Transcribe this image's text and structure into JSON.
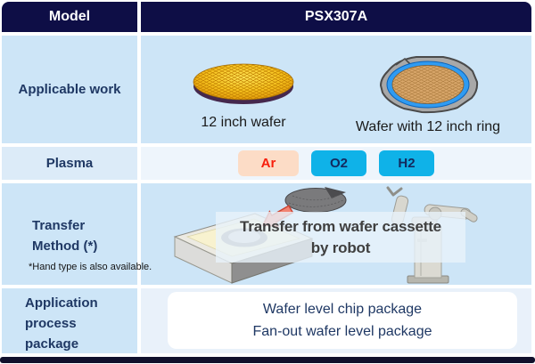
{
  "colors": {
    "header_bg": "#0e0e46",
    "label_navy": "#1f3864",
    "row_light_blue": "#cde5f7",
    "plasma_left_bg": "#dcebf8",
    "plasma_right_bg": "#eef5fc",
    "application_right_bg": "#e9f1fa",
    "badge_cyan": "#0fb2e8",
    "badge_peach": "#fcdcc6",
    "ar_text_red": "#f71e0c",
    "bottom_bar": "#10102c"
  },
  "header": {
    "model_label": "Model",
    "model_value": "PSX307A"
  },
  "applicable_work": {
    "label": "Applicable work",
    "wafer_caption": "12 inch wafer",
    "ring_caption": "Wafer with 12 inch ring"
  },
  "plasma": {
    "label": "Plasma",
    "badges": [
      {
        "label": "Ar"
      },
      {
        "label": "O2"
      },
      {
        "label": "H2"
      }
    ]
  },
  "transfer": {
    "label_line1": "Transfer",
    "label_line2": "Method (*)",
    "footnote": "*Hand type is also available.",
    "caption_line1": "Transfer from wafer cassette",
    "caption_line2": "by robot"
  },
  "application": {
    "label_line1": "Application",
    "label_line2": "process",
    "label_line3": "package",
    "value_line1": "Wafer level chip package",
    "value_line2": "Fan-out wafer level package"
  }
}
